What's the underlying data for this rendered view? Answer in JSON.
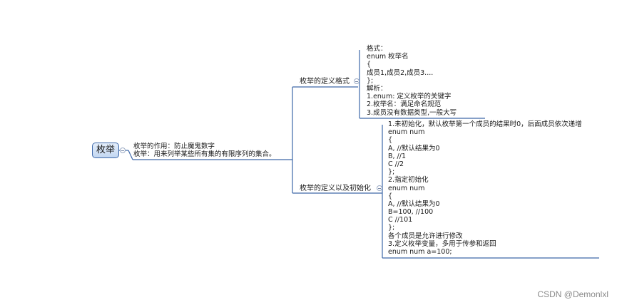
{
  "root": {
    "label": "枚举"
  },
  "root_notes": [
    "枚举的作用：防止魔鬼数字",
    "枚举：用来列举某些所有集的有限序列的集合。"
  ],
  "branch_format": {
    "label": "枚举的定义格式",
    "lines": [
      "格式：",
      " enum 枚举名",
      " {",
      "        成员1,成员2,成员3....",
      " };",
      "解析：",
      "1.enum: 定义枚举的关键字",
      "2.枚举名：满足命名规范",
      "3.成员没有数据类型,一般大写"
    ]
  },
  "branch_init": {
    "label": "枚举的定义以及初始化",
    "lines": [
      "1.未初始化，默认枚举第一个成员的结果时0，后面成员依次递增",
      "  enum num",
      "  {",
      "   A, //默认结果为0",
      "   B, //1",
      "        C  //2",
      "  };",
      "2.指定初始化",
      "  enum num",
      "   {",
      "   A, //默认结果为0",
      "   B=100, //100",
      "      C  //101",
      "   };",
      "各个成员是允许进行修改",
      "3.定义枚举变量，多用于传参和返回",
      " enum num a=100;"
    ]
  },
  "watermark": "CSDN @Demonlxl"
}
